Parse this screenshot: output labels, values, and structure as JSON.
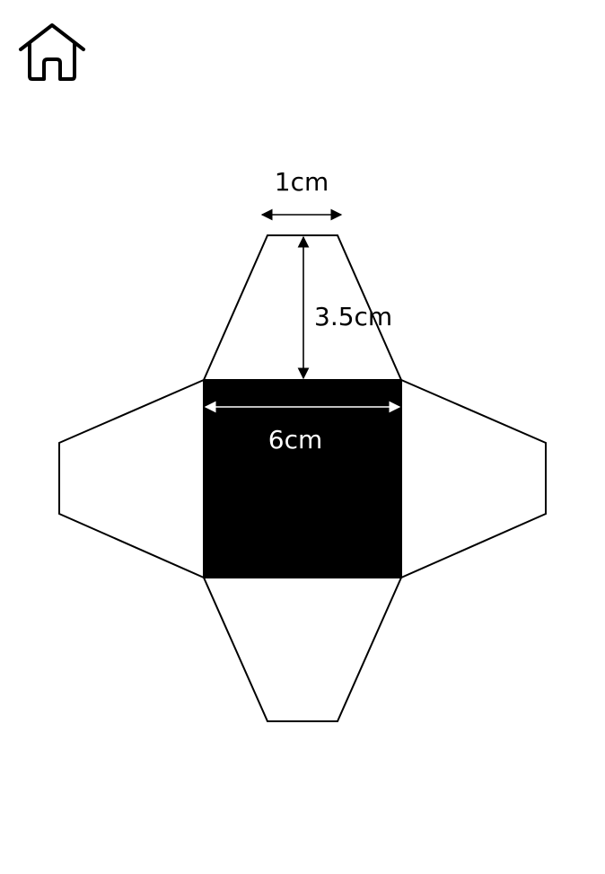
{
  "toolbar": {
    "home_icon": "home-icon"
  },
  "diagram": {
    "labels": {
      "top_width": "1cm",
      "height": "3.5cm",
      "base_width": "6cm"
    },
    "colors": {
      "base_fill": "#000000",
      "outline": "#000000",
      "base_arrow": "#ffffff",
      "label_dark": "#000000",
      "label_light": "#ffffff"
    }
  }
}
